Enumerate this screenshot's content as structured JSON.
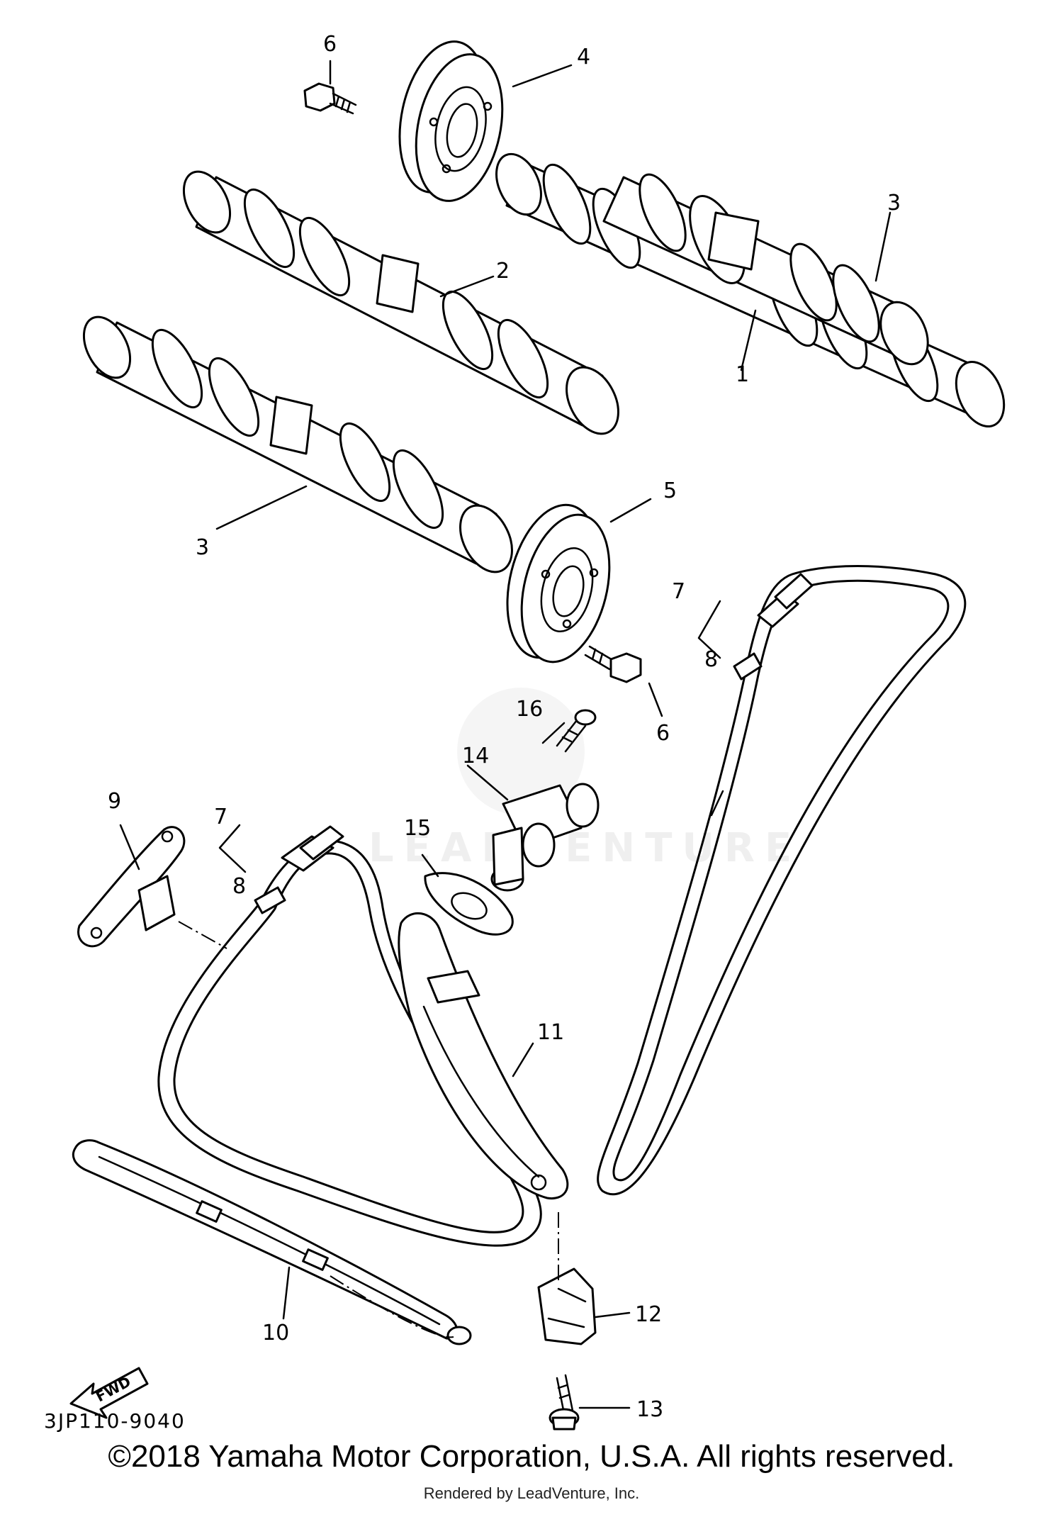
{
  "figure_code": "3JP110-9040",
  "copyright": "©2018 Yamaha Motor Corporation, U.S.A. All rights reserved.",
  "rendered_by": "Rendered by LeadVenture, Inc.",
  "watermark": "LEADVENTURE",
  "fwd_label": "FWD",
  "callouts": {
    "c1": "1",
    "c2": "2",
    "c3a": "3",
    "c3b": "3",
    "c4": "4",
    "c5": "5",
    "c6a": "6",
    "c6b": "6",
    "c7a": "7",
    "c7b": "7",
    "c8a": "8",
    "c8b": "8",
    "c9": "9",
    "c10": "10",
    "c11": "11",
    "c12": "12",
    "c13": "13",
    "c14": "14",
    "c15": "15",
    "c16": "16"
  }
}
